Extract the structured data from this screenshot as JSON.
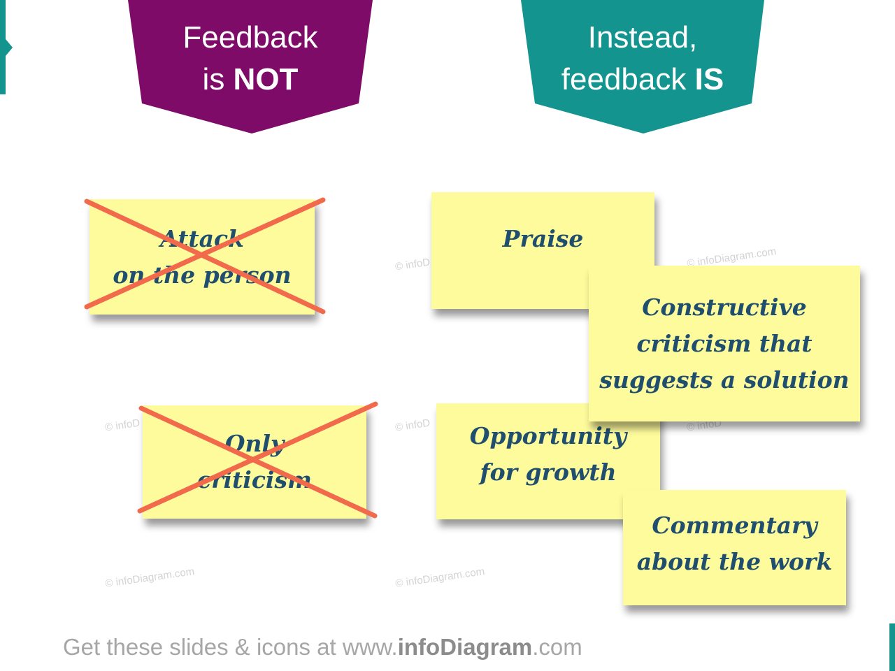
{
  "banners": {
    "not": {
      "line1": "Feedback",
      "line2_prefix": "is ",
      "line2_bold": "NOT",
      "color": "#7d0b67"
    },
    "is": {
      "line1": "Instead,",
      "line2_prefix": "feedback ",
      "line2_bold": "IS",
      "color": "#13948f"
    }
  },
  "not_notes": [
    {
      "lines": [
        "Attack",
        "on the person"
      ],
      "crossed": true
    },
    {
      "lines": [
        "Only",
        "criticism"
      ],
      "crossed": true
    }
  ],
  "is_notes": [
    {
      "lines": [
        "Praise"
      ]
    },
    {
      "lines": [
        "Constructive",
        "criticism that",
        "suggests a solution"
      ]
    },
    {
      "lines": [
        "Opportunity",
        "for growth"
      ]
    },
    {
      "lines": [
        "Commentary",
        "about the work"
      ]
    }
  ],
  "watermark_text": "© infoDiagram.com",
  "watermark_partial": "© infoD",
  "footer": {
    "prefix": "Get these slides & icons at www.",
    "brand": "infoDiagram",
    "suffix": ".com"
  },
  "colors": {
    "note": "#fefb9c",
    "note_text": "#1f4e6e",
    "cross": "#f26a4c",
    "accent": "#13948f"
  }
}
